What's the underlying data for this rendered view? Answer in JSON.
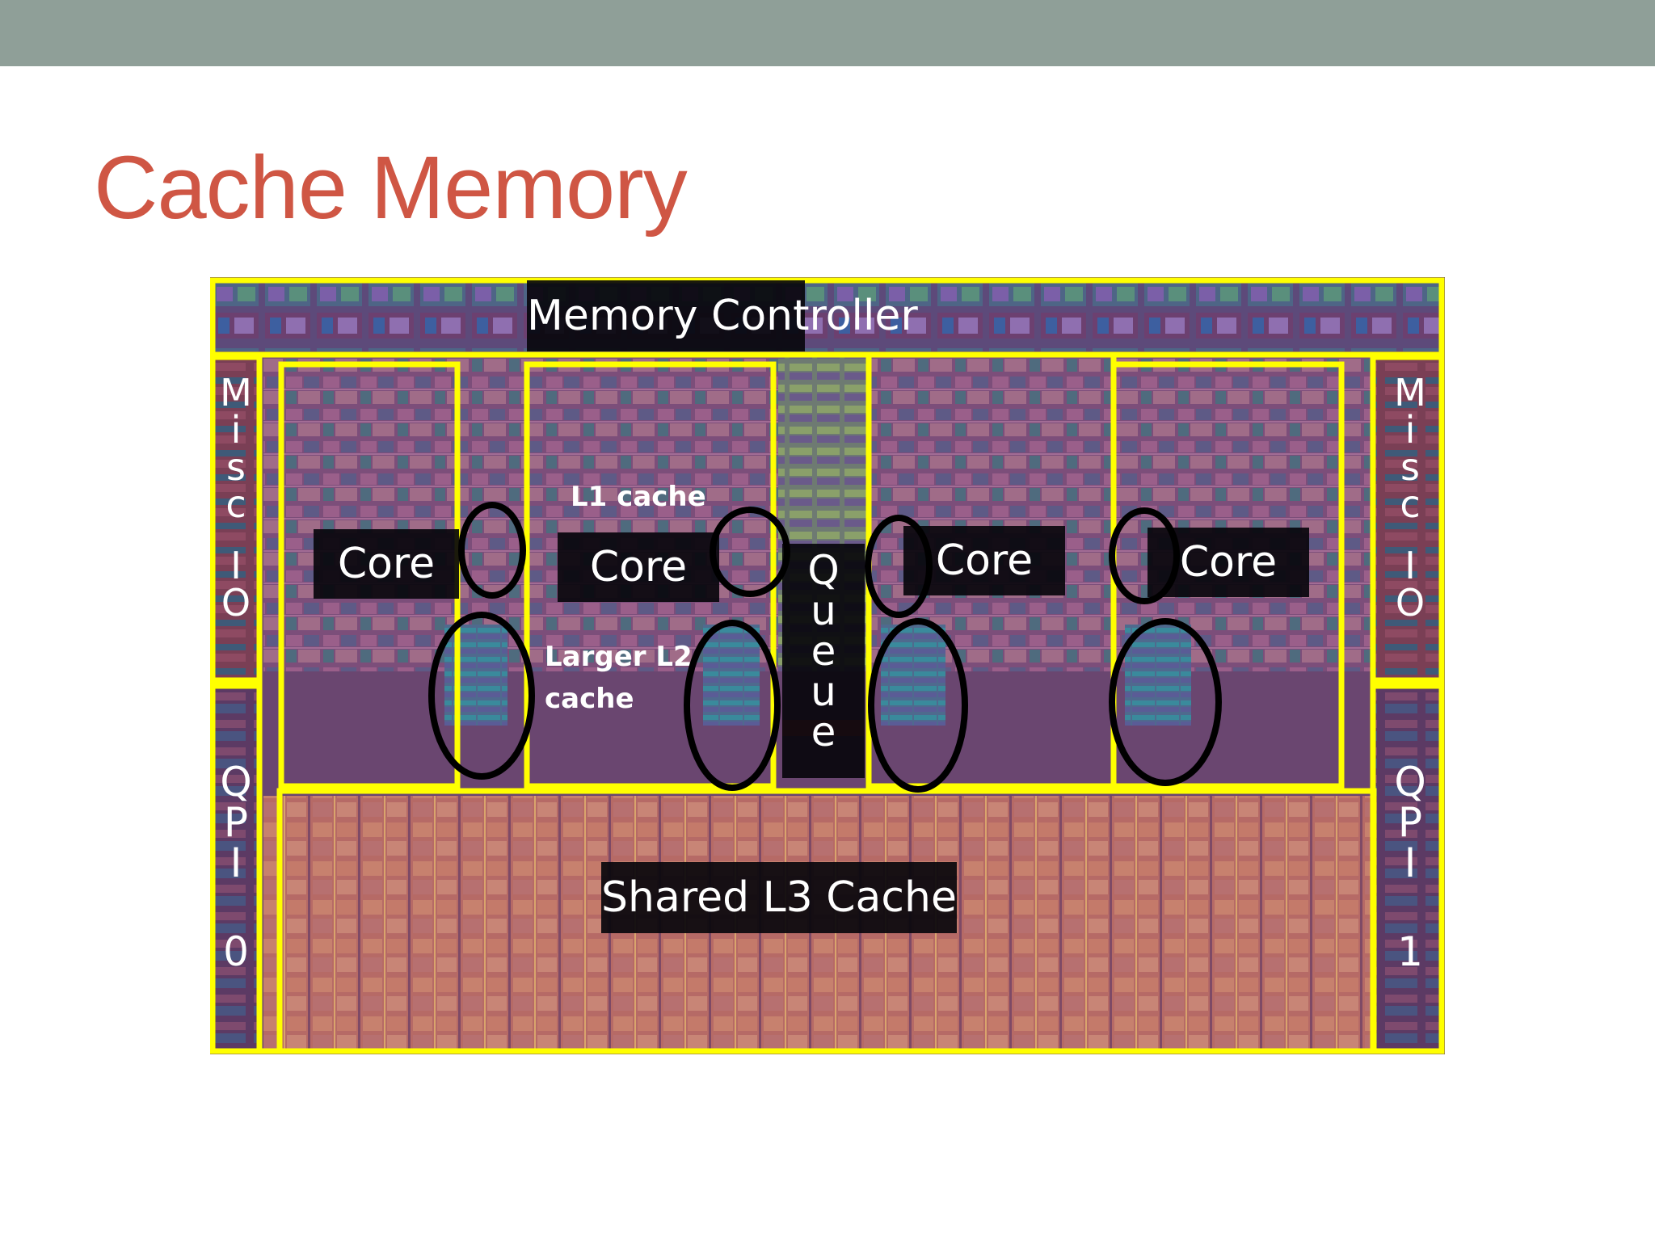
{
  "slide": {
    "title": "Cache Memory"
  },
  "colors": {
    "header_bar": "#8f9f98",
    "title": "#cf5644",
    "region_outline": "#ffff00",
    "label_box": "#08060c",
    "annotation_ellipse": "#000000"
  },
  "diagram": {
    "memory_controller": "Memory Controller",
    "misc_io_left": [
      "M",
      "i",
      "s",
      "c",
      "",
      "I",
      "O"
    ],
    "misc_io_right": [
      "M",
      "i",
      "s",
      "c",
      "",
      "I",
      "O"
    ],
    "qpi_left": [
      "Q",
      "P",
      "I",
      "",
      "0"
    ],
    "qpi_right": [
      "Q",
      "P",
      "I",
      "",
      "1"
    ],
    "queue": [
      "Q",
      "u",
      "e",
      "u",
      "e"
    ],
    "cores": [
      "Core",
      "Core",
      "Core",
      "Core"
    ],
    "l1_label": "L1 cache",
    "l2_label_line1": "Larger L2",
    "l2_label_line2": "cache",
    "l3_label": "Shared L3 Cache"
  }
}
